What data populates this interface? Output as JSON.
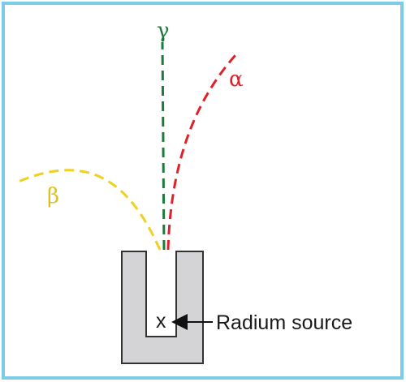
{
  "colors": {
    "frame": "#7ccbe8",
    "gamma": "#1e7a3c",
    "alpha": "#e0202a",
    "beta": "#f0d020",
    "block_fill": "#d4d4d6",
    "block_stroke": "#333333"
  },
  "rays": {
    "gamma": {
      "symbol": "γ"
    },
    "alpha": {
      "symbol": "α"
    },
    "beta": {
      "symbol": "β"
    }
  },
  "source": {
    "marker": "x",
    "label": "Radium source"
  }
}
